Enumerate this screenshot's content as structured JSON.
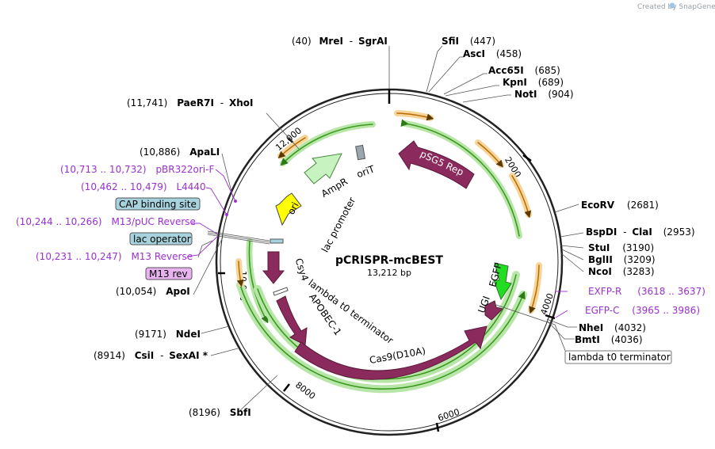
{
  "watermark": "Created by SnapGene",
  "plasmid": {
    "name": "pCRISPR-mcBEST",
    "size": "13,212 bp"
  },
  "ticks": [
    "2000",
    "4000",
    "6000",
    "8000",
    "10,000",
    "12,000"
  ],
  "sites": {
    "mrei": {
      "pos": "(40)",
      "name": "MreI",
      "sep": "-",
      "name2": "SgrAI"
    },
    "sfii": {
      "name": "SfiI",
      "pos": "(447)"
    },
    "asci": {
      "name": "AscI",
      "pos": "(458)"
    },
    "acc65i": {
      "name": "Acc65I",
      "pos": "(685)"
    },
    "kpni": {
      "name": "KpnI",
      "pos": "(689)"
    },
    "noti": {
      "name": "NotI",
      "pos": "(904)"
    },
    "ecorv": {
      "name": "EcoRV",
      "pos": "(2681)"
    },
    "bspdi": {
      "name": "BspDI",
      "sep": "-",
      "name2": "ClaI",
      "pos": "(2953)"
    },
    "stui": {
      "name": "StuI",
      "pos": "(3190)"
    },
    "bglii": {
      "name": "BglII",
      "pos": "(3209)"
    },
    "ncoi": {
      "name": "NcoI",
      "pos": "(3283)"
    },
    "nhei": {
      "name": "NheI",
      "pos": "(4032)"
    },
    "bmti": {
      "name": "BmtI",
      "pos": "(4036)"
    },
    "paer7i": {
      "pos": "(11,741)",
      "name": "PaeR7I",
      "sep": "-",
      "name2": "XhoI"
    },
    "apali": {
      "pos": "(10,886)",
      "name": "ApaLI"
    },
    "apoi": {
      "pos": "(10,054)",
      "name": "ApoI"
    },
    "ndei": {
      "pos": "(9171)",
      "name": "NdeI"
    },
    "csii": {
      "pos": "(8914)",
      "name": "CsiI",
      "sep": "-",
      "name2": "SexAI *"
    },
    "sbfi": {
      "pos": "(8196)",
      "name": "SbfI"
    }
  },
  "primers": {
    "pbr": {
      "range": "(10,713 .. 10,732)",
      "name": "pBR322ori-F"
    },
    "l4440": {
      "range": "(10,462 .. 10,479)",
      "name": "L4440"
    },
    "m13puc": {
      "range": "(10,244 .. 10,266)",
      "name": "M13/pUC Reverse"
    },
    "m13r": {
      "range": "(10,231 .. 10,247)",
      "name": "M13 Reverse"
    },
    "exfpr": {
      "name": "EXFP-R",
      "range": "(3618 .. 3637)"
    },
    "egfpc": {
      "name": "EGFP-C",
      "range": "(3965 .. 3986)"
    }
  },
  "boxes": {
    "cap": "CAP binding site",
    "lacop": "lac operator",
    "m13rev": "M13 rev",
    "lambda": "lambda t0 terminator"
  },
  "features": {
    "psg5": "pSG5 Rep",
    "orit": "oriT",
    "ampr": "AmpR",
    "ori": "ori",
    "lacprom": "lac promoter",
    "csy4": "Csy4",
    "lambda_inner": "lambda t0 terminator",
    "apobec": "APOBEC-1",
    "cas9": "Cas9(D10A)",
    "ugi": "UGI",
    "egfp": "EGFP"
  },
  "colors": {
    "feature": "#8b2a5c",
    "green_arrow": "#3c9a20",
    "orange_arrow": "#e0960f",
    "ampr": "#c6f3c0",
    "ori": "#ffff00",
    "egfp": "#22dd22",
    "primer": "#9b30d0",
    "box_blue": "#a6d3dd",
    "box_pink": "#e8b3f0"
  }
}
